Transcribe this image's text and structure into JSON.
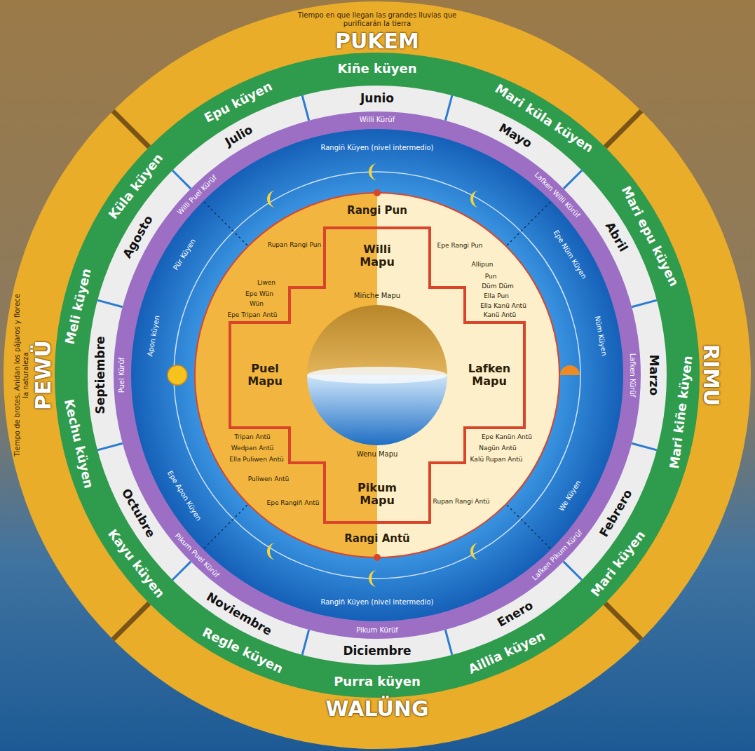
{
  "diagram": {
    "nodes": [
      {
        "text": [
          "Willi Mapu"
        ]
      },
      {
        "text": [
          "Lafken Mapu"
        ]
      },
      {
        "text": [
          "Pikum Mapu"
        ]
      },
      {
        "text": [
          "Puel Mapu"
        ]
      }
    ],
    "labels": [
      "PUKEM",
      "RIMU",
      "WALÜNG",
      "PEWÜ",
      "Tiempo en que llegan las grandes lluvias que purificarán la tierra",
      "Tiempo de brotes. Anidan los pájaros y florece la naturaleza",
      "Kiñe küyen",
      "Mari küla küyen",
      "Mari epu küyen",
      "Mari kiñe küyen",
      "Mari küyen",
      "Aillia küyen",
      "Purra küyen",
      "Regle küyen",
      "Kayu küyen",
      "Kechu küyen",
      "Meli küyen",
      "Küla küyen",
      "Epu küyen",
      "Junio",
      "Mayo",
      "Abril",
      "Marzo",
      "Febrero",
      "Enero",
      "Diciembre",
      "Noviembre",
      "Octubre",
      "Septiembre",
      "Agosto",
      "Julio",
      "Willi Kürüf",
      "Lafken Willi Kürüf",
      "Lafken Kürüf",
      "Lafken Pikum Kürüf",
      "Pikum Kürüf",
      "Pikum Puel Kürüf",
      "Puel Kürüf",
      "Willi Puel Kürüf",
      "Rangiñ Küyen (nivel intermedio)",
      "Epe Nüm Küyen",
      "Nüm Küyen",
      "We Küyen",
      "Rangiñ Küyen (nivel intermedio)",
      "Epe Apon Küyen",
      "Apon küyen",
      "Pür Küyen",
      "Rangi Pun",
      "Rangi Antü",
      "Miñche Mapu",
      "Wenu Mapu",
      "Epe Rangi Pun",
      "Allipun",
      "Pun",
      "Düm Düm",
      "Ella Pun",
      "Ella Kanü Antü",
      "Kanü Antü",
      "Epe Kanün Antü",
      "Nagün Antü",
      "Kalü Rupan Antü",
      "Rupan Rangi Antü",
      "Epe Rangiñ Antü",
      "Puliwen Antü",
      "Ella Puliwen Antü",
      "Wedpan Antü",
      "Tripan Antü",
      "Epe Tripan Antü",
      "Wün",
      "Epe Wün",
      "Liwen",
      "Rupan Rangi Pun"
    ]
  }
}
